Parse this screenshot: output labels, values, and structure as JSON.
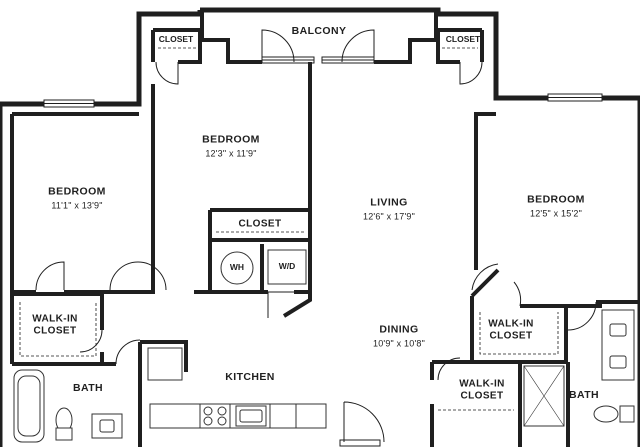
{
  "rooms": {
    "balcony": {
      "name": "BALCONY"
    },
    "closet_top_left": {
      "name": "CLOSET"
    },
    "closet_top_right": {
      "name": "CLOSET"
    },
    "bedroom_center": {
      "name": "BEDROOM",
      "dims": "12'3\" x 11'9\""
    },
    "bedroom_left": {
      "name": "BEDROOM",
      "dims": "11'1\" x 13'9\""
    },
    "living": {
      "name": "LIVING",
      "dims": "12'6\" x 17'9\""
    },
    "bedroom_right": {
      "name": "BEDROOM",
      "dims": "12'5\" x 15'2\""
    },
    "closet_center": {
      "name": "CLOSET"
    },
    "walkin_left": {
      "name": "WALK-IN\nCLOSET"
    },
    "dining": {
      "name": "DINING",
      "dims": "10'9\" x 10'8\""
    },
    "walkin_right_upper": {
      "name": "WALK-IN\nCLOSET"
    },
    "walkin_right_lower": {
      "name": "WALK-IN\nCLOSET"
    },
    "kitchen": {
      "name": "KITCHEN"
    },
    "bath_left": {
      "name": "BATH"
    },
    "bath_right": {
      "name": "BATH"
    }
  },
  "fixtures": {
    "water_heater": "WH",
    "washer_dryer": "W/D"
  },
  "colors": {
    "wall": "#1f1f1f",
    "fixture": "#333333",
    "background": "#ffffff"
  }
}
